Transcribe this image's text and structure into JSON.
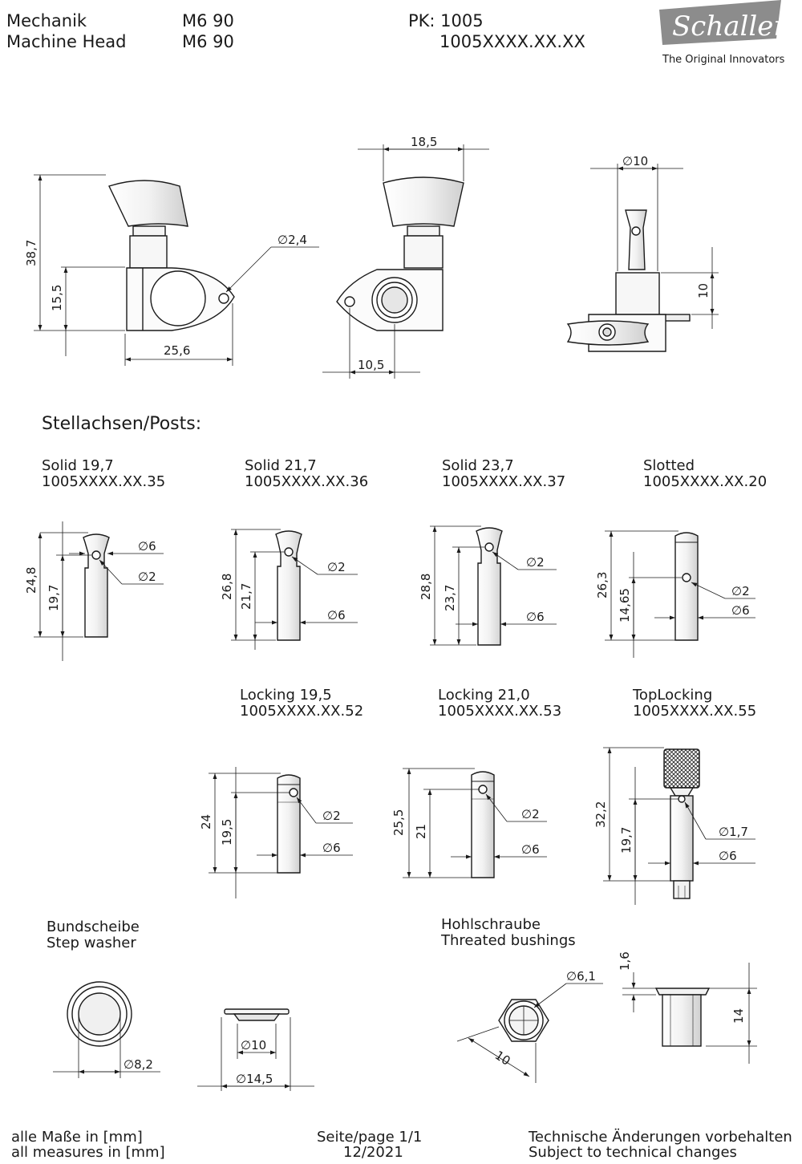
{
  "header": {
    "part_de": "Mechanik",
    "part_en": "Machine Head",
    "model_1": "M6 90",
    "model_2": "M6 90",
    "pk": "PK: 1005",
    "code": "1005XXXX.XX.XX"
  },
  "brand": {
    "name": "Schaller",
    "tagline": "The Original Innovators"
  },
  "views": {
    "side": {
      "height": "38,7",
      "lower": "15,5",
      "width": "25,6",
      "hole": "∅2,4"
    },
    "front": {
      "width": "18,5",
      "offset": "10,5"
    },
    "top": {
      "dia": "∅10",
      "height": "10"
    }
  },
  "posts_title": "Stellachsen/Posts:",
  "posts": [
    {
      "name": "Solid 19,7",
      "code": "1005XXXX.XX.35",
      "h_total": "24,8",
      "h_hole": "19,7",
      "d1": "∅6",
      "d2": "∅2"
    },
    {
      "name": "Solid 21,7",
      "code": "1005XXXX.XX.36",
      "h_total": "26,8",
      "h_hole": "21,7",
      "d1": "∅2",
      "d2": "∅6"
    },
    {
      "name": "Solid 23,7",
      "code": "1005XXXX.XX.37",
      "h_total": "28,8",
      "h_hole": "23,7",
      "d1": "∅2",
      "d2": "∅6"
    },
    {
      "name": "Slotted",
      "code": "1005XXXX.XX.20",
      "h_total": "26,3",
      "h_hole": "14,65",
      "d1": "∅2",
      "d2": "∅6"
    },
    {
      "name": "Locking 19,5",
      "code": "1005XXXX.XX.52",
      "h_total": "24",
      "h_hole": "19,5",
      "d1": "∅2",
      "d2": "∅6"
    },
    {
      "name": "Locking 21,0",
      "code": "1005XXXX.XX.53",
      "h_total": "25,5",
      "h_hole": "21",
      "d1": "∅2",
      "d2": "∅6"
    },
    {
      "name": "TopLocking",
      "code": "1005XXXX.XX.55",
      "h_total": "32,2",
      "h_hole": "19,7",
      "d1": "∅1,7",
      "d2": "∅6"
    }
  ],
  "washer": {
    "title_de": "Bundscheibe",
    "title_en": "Step washer",
    "d_outer_front": "∅8,2",
    "d_inner": "∅10",
    "d_outer": "∅14,5"
  },
  "bushing": {
    "title_de": "Hohlschraube",
    "title_en": "Threated bushings",
    "dia": "∅6,1",
    "hex": "10",
    "flange": "1,6",
    "length": "14"
  },
  "footer": {
    "units_de": "alle Maße in [mm]",
    "units_en": "all measures in [mm]",
    "page": "Seite/page 1/1",
    "date": "12/2021",
    "note_de": "Technische Änderungen vorbehalten",
    "note_en": "Subject to technical changes"
  }
}
